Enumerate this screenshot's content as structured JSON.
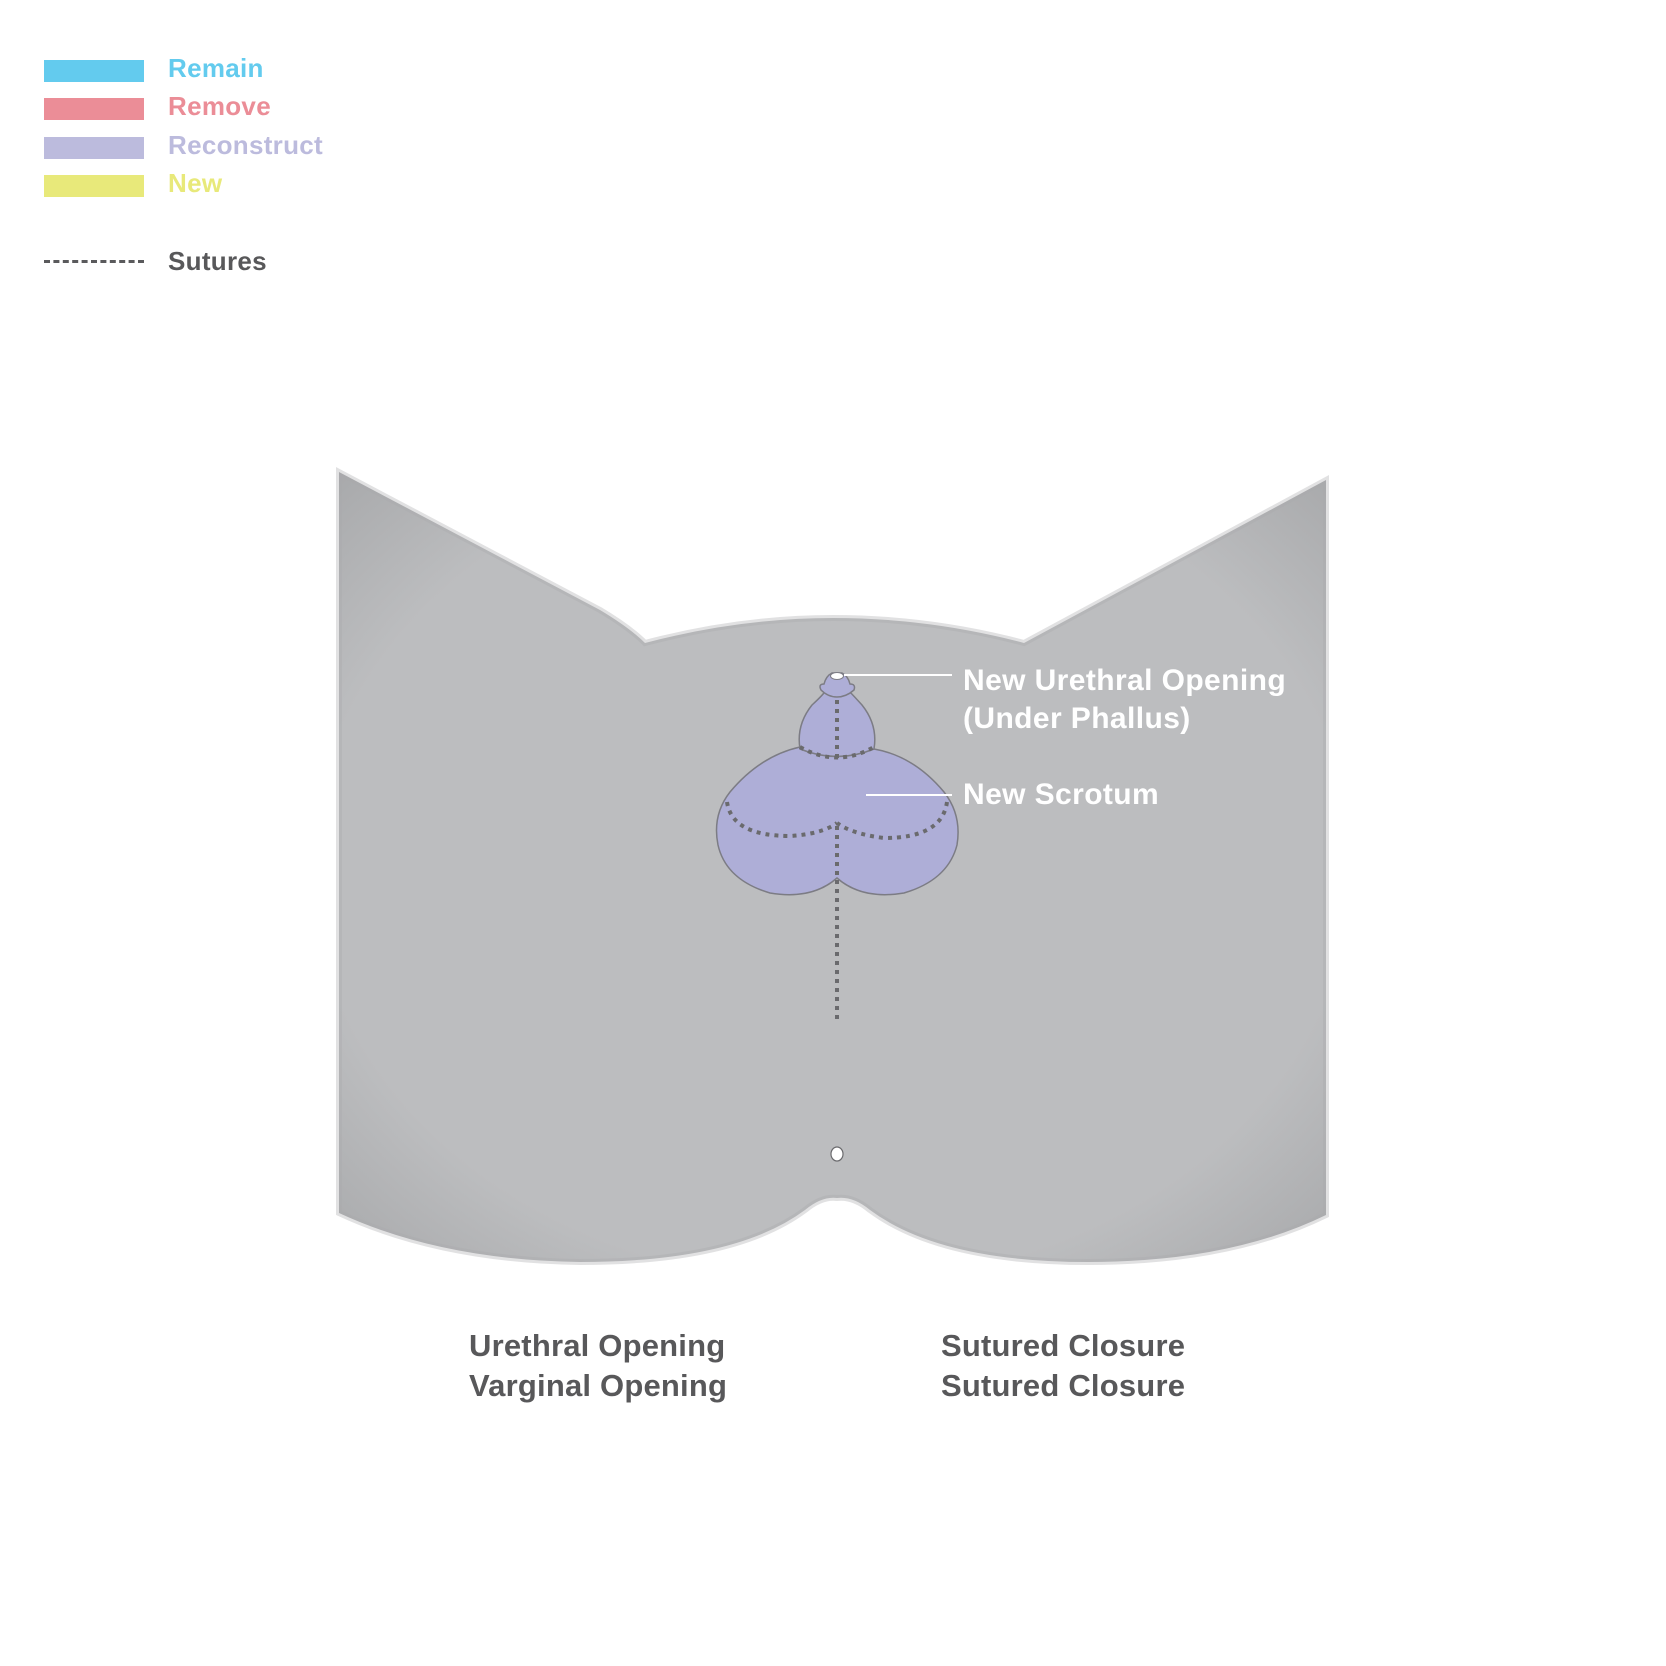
{
  "legend": {
    "items": [
      {
        "label": "Remain",
        "color": "#63cbee"
      },
      {
        "label": "Remove",
        "color": "#eb8d97"
      },
      {
        "label": "Reconstruct",
        "color": "#bcbbdd"
      },
      {
        "label": "New",
        "color": "#e8e97a"
      }
    ],
    "sutures_label": "Sutures"
  },
  "callouts": {
    "urethral_opening_line1": "New Urethral Opening",
    "urethral_opening_line2": "(Under Phallus)",
    "scrotum": "New Scrotum"
  },
  "bottom_labels": {
    "left": [
      "Urethral Opening",
      "Varginal Opening"
    ],
    "right": [
      "Sutured Closure",
      "Sutured Closure"
    ]
  },
  "colors": {
    "body": "#bcbdbf",
    "body_shade": "#a6a7a9",
    "reconstruct_fill": "#aeaed7",
    "outline": "#7c7c84",
    "suture": "#6a6a6d",
    "opening": "#ffffff"
  }
}
